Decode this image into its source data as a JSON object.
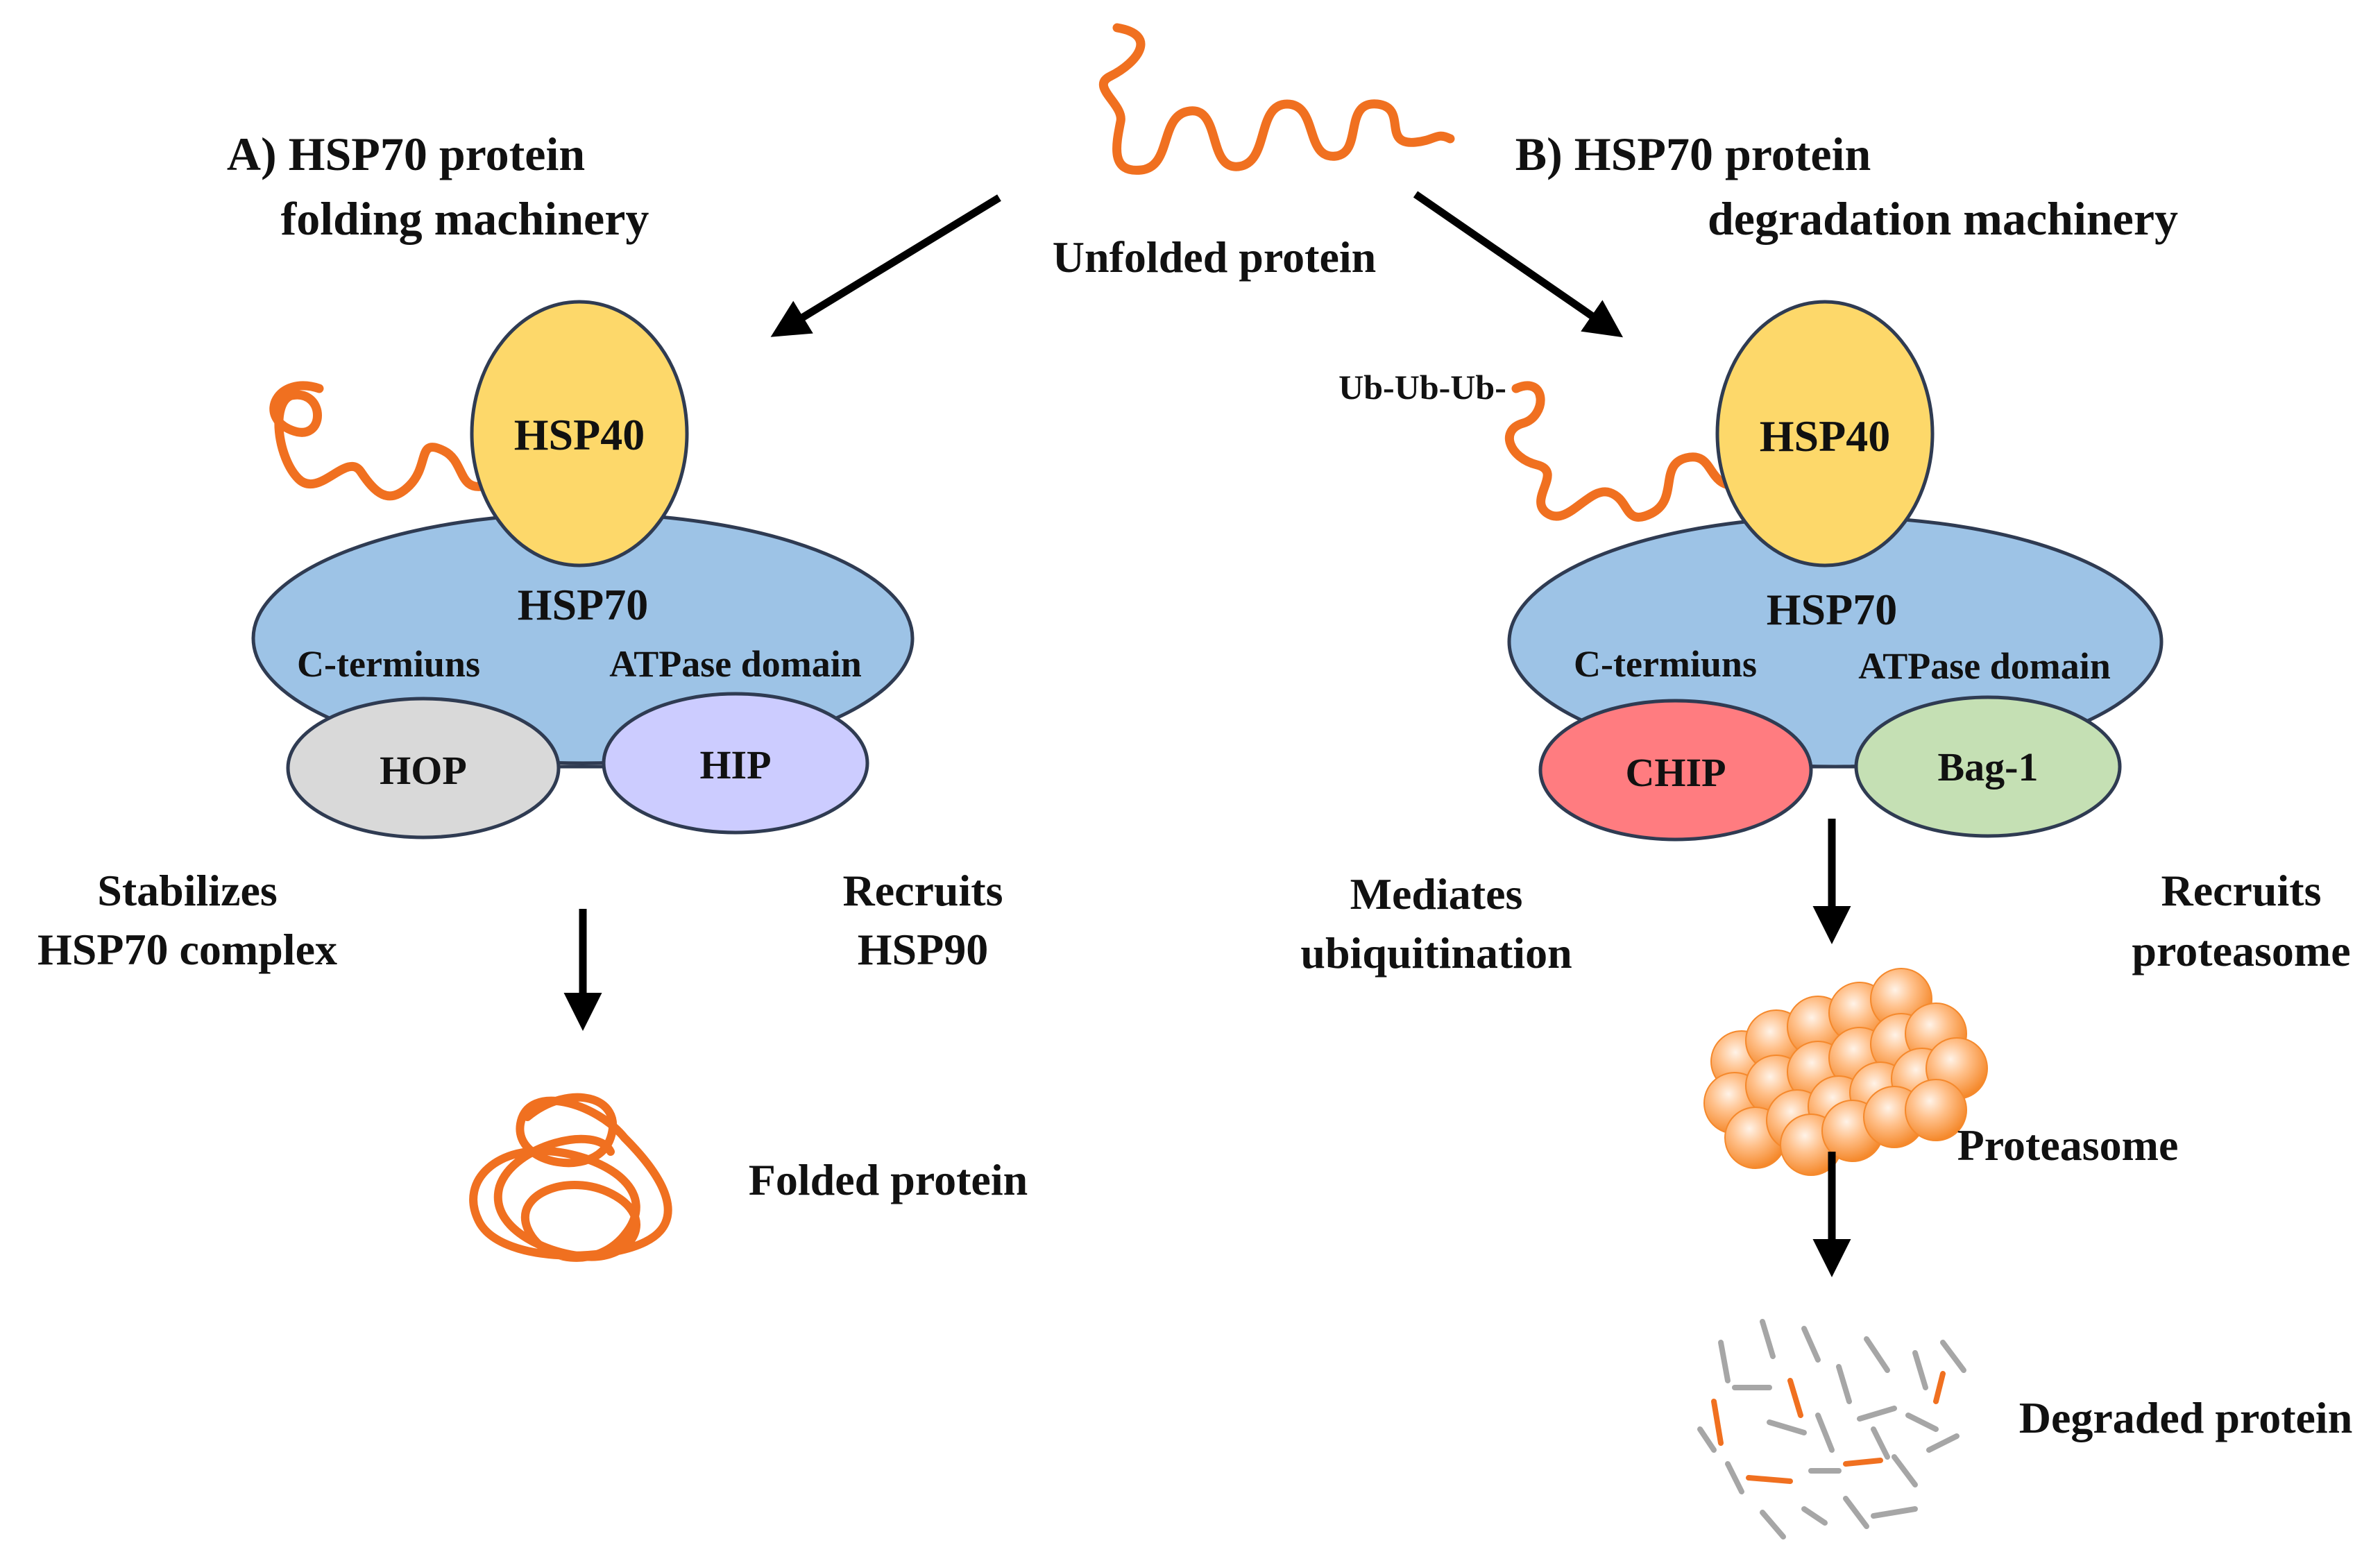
{
  "colors": {
    "protein": "#F07020",
    "hsp40": "#FDD86A",
    "hsp70": "#9DC3E6",
    "hop": "#D9D9D9",
    "hip": "#CCCCFF",
    "chip": "#FF7C80",
    "bag1": "#C5E0B4",
    "outline": "#2F3B52",
    "arrow": "#000000",
    "fragment_gray": "#A6A6A6"
  },
  "top": {
    "unfolded_label": "Unfolded protein"
  },
  "panel_a": {
    "title_line1": "A) HSP70 protein",
    "title_line2": "folding machinery",
    "hsp40": "HSP40",
    "hsp70": "HSP70",
    "c_terminus": "C-termiuns",
    "atpase": "ATPase domain",
    "left_cofactor": "HOP",
    "right_cofactor": "HIP",
    "left_note_line1": "Stabilizes",
    "left_note_line2": "HSP70 complex",
    "right_note_line1": "Recruits",
    "right_note_line2": "HSP90",
    "product": "Folded protein"
  },
  "panel_b": {
    "title_line1": "B) HSP70 protein",
    "title_line2": "degradation machinery",
    "ubiquitin_tag": "Ub-Ub-Ub-",
    "hsp40": "HSP40",
    "hsp70": "HSP70",
    "c_terminus": "C-termiuns",
    "atpase": "ATPase domain",
    "left_cofactor": "CHIP",
    "right_cofactor": "Bag-1",
    "left_note_line1": "Mediates",
    "left_note_line2": "ubiquitination",
    "right_note_line1": "Recruits",
    "right_note_line2": "proteasome",
    "proteasome": "Proteasome",
    "product": "Degraded protein"
  }
}
